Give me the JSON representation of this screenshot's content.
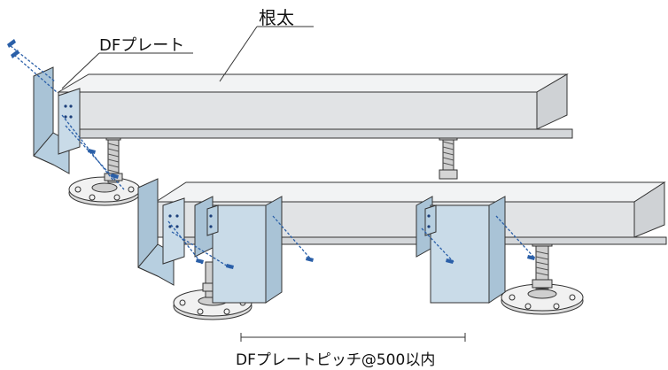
{
  "labels": {
    "joist": "根太",
    "df_plate": "DFプレート",
    "pitch": "DFプレートピッチ@500以内"
  },
  "colors": {
    "beam_top": "#f2f3f4",
    "beam_face": "#e1e3e5",
    "beam_bottom": "#cfd2d5",
    "plate_face": "#c9dbe8",
    "plate_side": "#a9c3d6",
    "screw": "#2a5fa8",
    "metal": "#d8d8d8",
    "outline": "#333333"
  }
}
